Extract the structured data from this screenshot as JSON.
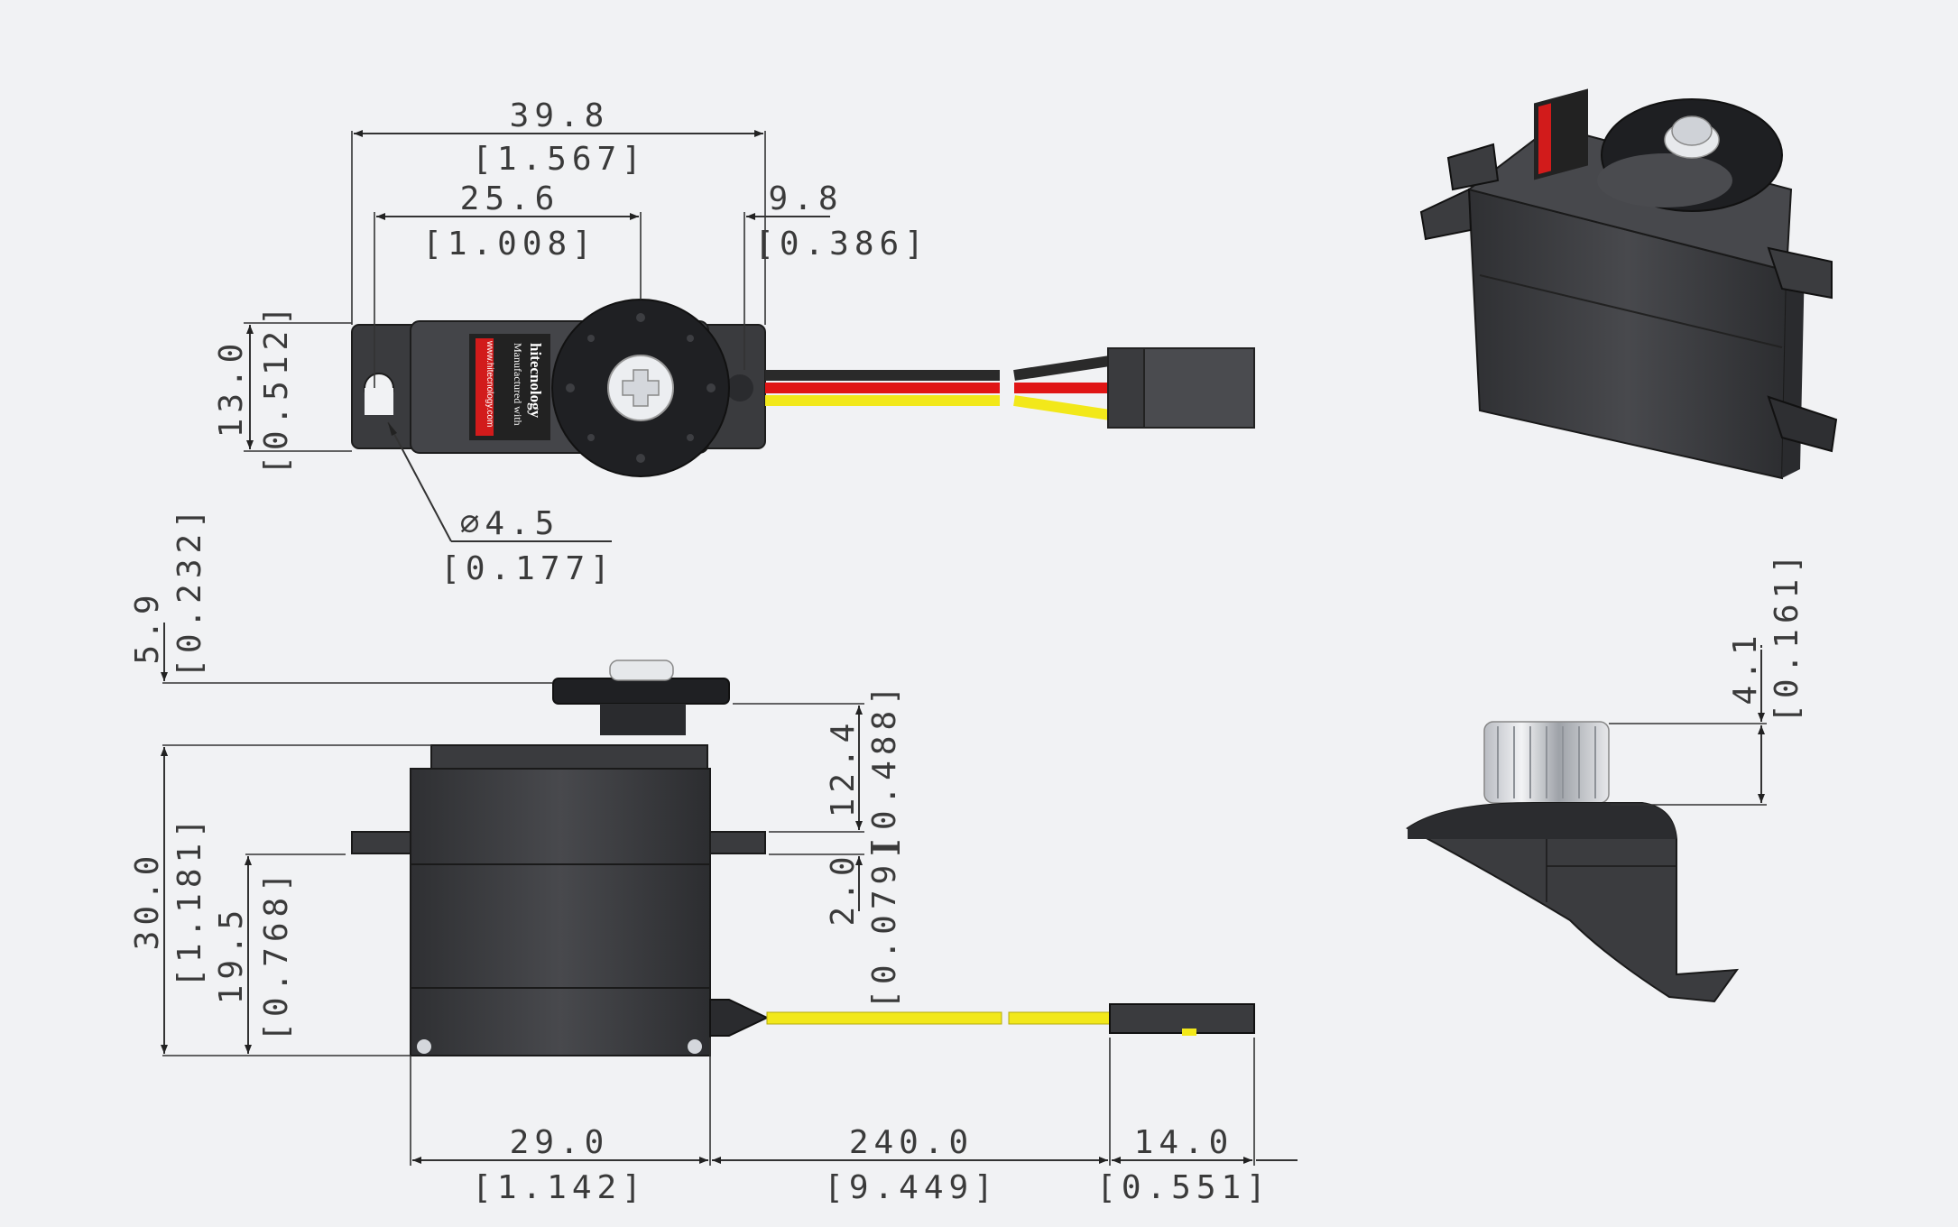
{
  "dimensions": {
    "top_view": {
      "overall_length": {
        "mm": "39.8",
        "inch": "[1.567]"
      },
      "shaft_offset": {
        "mm": "25.6",
        "inch": "[1.008]"
      },
      "shaft_to_end": {
        "mm": "9.8",
        "inch": "[0.386]"
      },
      "width": {
        "mm": "13.0",
        "inch": "[0.512]"
      },
      "hole_diameter": {
        "mm": "∅4.5",
        "inch": "[0.177]"
      }
    },
    "side_view": {
      "horn_height": {
        "mm": "5.9",
        "inch": "[0.232]"
      },
      "body_height": {
        "mm": "30.0",
        "inch": "[1.181]"
      },
      "flange_height": {
        "mm": "19.5",
        "inch": "[0.768]"
      },
      "top_to_flange": {
        "mm": "12.4",
        "inch": "[0.488]"
      },
      "flange_thickness": {
        "mm": "2.0",
        "inch": "[0.079]"
      },
      "body_length": {
        "mm": "29.0",
        "inch": "[1.142]"
      },
      "lead_length": {
        "mm": "240.0",
        "inch": "[9.449]"
      },
      "connector_length": {
        "mm": "14.0",
        "inch": "[0.551]"
      }
    },
    "spline_view": {
      "spline_height": {
        "mm": "4.1",
        "inch": "[0.161]"
      }
    }
  },
  "label": {
    "brand_line1": "Manufactured with",
    "brand_line2": "hitecnology",
    "url": "www.hitecnology.com"
  },
  "colors": {
    "background": "#f1f2f4",
    "servo_body": "#3b3c3f",
    "wire_black": "#2a2a2a",
    "wire_red": "#e01515",
    "wire_yellow": "#f2e81a",
    "label_red": "#d21b1b"
  }
}
